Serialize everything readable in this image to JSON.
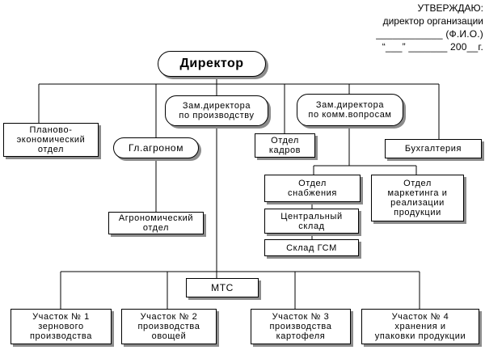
{
  "approval_block": {
    "line1": "УТВЕРЖДАЮ:",
    "line2": "директор организации",
    "line3": "____________ (Ф.И.О.)",
    "line4": "“___” _______ 200__г."
  },
  "director": "Директор",
  "deputy_production": [
    "Зам.директора",
    "по производству"
  ],
  "deputy_commercial": [
    "Зам.директора",
    "по комм.вопросам"
  ],
  "planning_department": [
    "Планово-",
    "экономический",
    "отдел"
  ],
  "chief_agronomist": "Гл.агроном",
  "hr_department": [
    "Отдел",
    "кадров"
  ],
  "accounting": "Бухгалтерия",
  "supply_department": [
    "Отдел",
    "снабжения"
  ],
  "marketing_department": [
    "Отдел",
    "маркетинга и",
    "реализации",
    "продукции"
  ],
  "central_warehouse": [
    "Центральный",
    "склад"
  ],
  "fuel_warehouse": "Склад ГСМ",
  "agronomy_department": [
    "Агрономический",
    "отдел"
  ],
  "mts": "МТС",
  "site_1": [
    "Участок № 1",
    "зернового",
    "производства"
  ],
  "site_2": [
    "Участок № 2",
    "производства",
    "овощей"
  ],
  "site_3": [
    "Участок № 3",
    "производства",
    "картофеля"
  ],
  "site_4": [
    "Участок № 4",
    "хранения и",
    "упаковки продукции"
  ]
}
